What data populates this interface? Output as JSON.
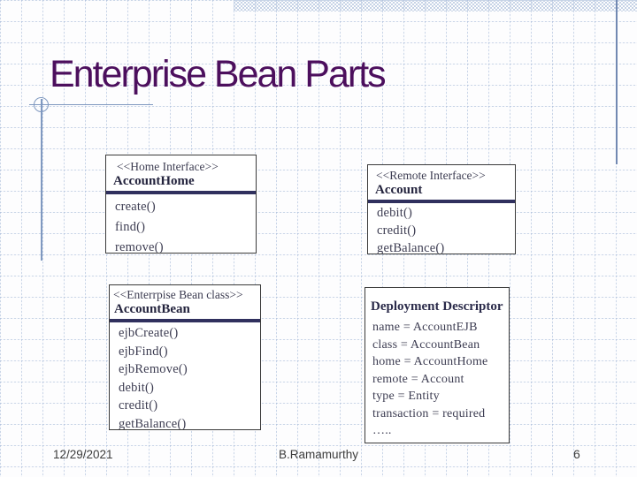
{
  "slide": {
    "title": "Enterprise Bean Parts",
    "footer": {
      "date": "12/29/2021",
      "author": "B.Ramamurthy",
      "page": "6"
    }
  },
  "boxes": {
    "home_interface": {
      "stereotype": "<<Home Interface>>",
      "name": "AccountHome",
      "methods": [
        "create()",
        "find()",
        "remove()"
      ]
    },
    "remote_interface": {
      "stereotype": "<<Remote Interface>>",
      "name": "Account",
      "methods": [
        "debit()",
        "credit()",
        "getBalance()"
      ]
    },
    "bean_class": {
      "stereotype": "<<Enterrpise Bean class>>",
      "name": "AccountBean",
      "methods": [
        "ejbCreate()",
        "ejbFind()",
        "ejbRemove()",
        "debit()",
        "credit()",
        "getBalance()"
      ]
    },
    "deployment_descriptor": {
      "title": "Deployment Descriptor",
      "entries": [
        "name = AccountEJB",
        "class = AccountBean",
        "home = AccountHome",
        "remote = Account",
        "type = Entity",
        "transaction = required",
        "….."
      ]
    }
  },
  "colors": {
    "title_purple": "#4c0f5d",
    "divider_navy": "#30305e",
    "box_border": "#3a3a3a",
    "ornament_blue": "#8099c0",
    "band_blue": "#c6d3e6",
    "grid_blue": "#a0b5d6",
    "text_serif": "#3d3d52",
    "footer_text": "#3c3c3c"
  }
}
